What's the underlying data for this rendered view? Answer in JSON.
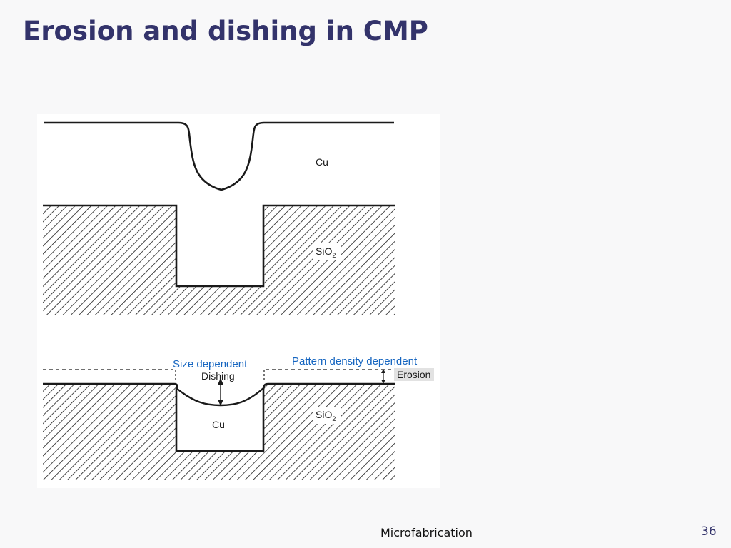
{
  "slide": {
    "title": "Erosion and dishing in CMP",
    "footer": "Microfabrication",
    "page_number": "36"
  },
  "diagram": {
    "top": {
      "cu_label": "Cu",
      "sio2_label_main": "SiO",
      "sio2_label_sub": "2"
    },
    "bottom": {
      "size_dependent_label": "Size dependent",
      "dishing_label": "Dishing",
      "pattern_density_label": "Pattern density dependent",
      "erosion_label": "Erosion",
      "cu_label": "Cu",
      "sio2_label_main": "SiO",
      "sio2_label_sub": "2"
    }
  },
  "colors": {
    "title": "#33336b",
    "annotation_blue": "#1565c0",
    "line": "#1a1a1a"
  }
}
